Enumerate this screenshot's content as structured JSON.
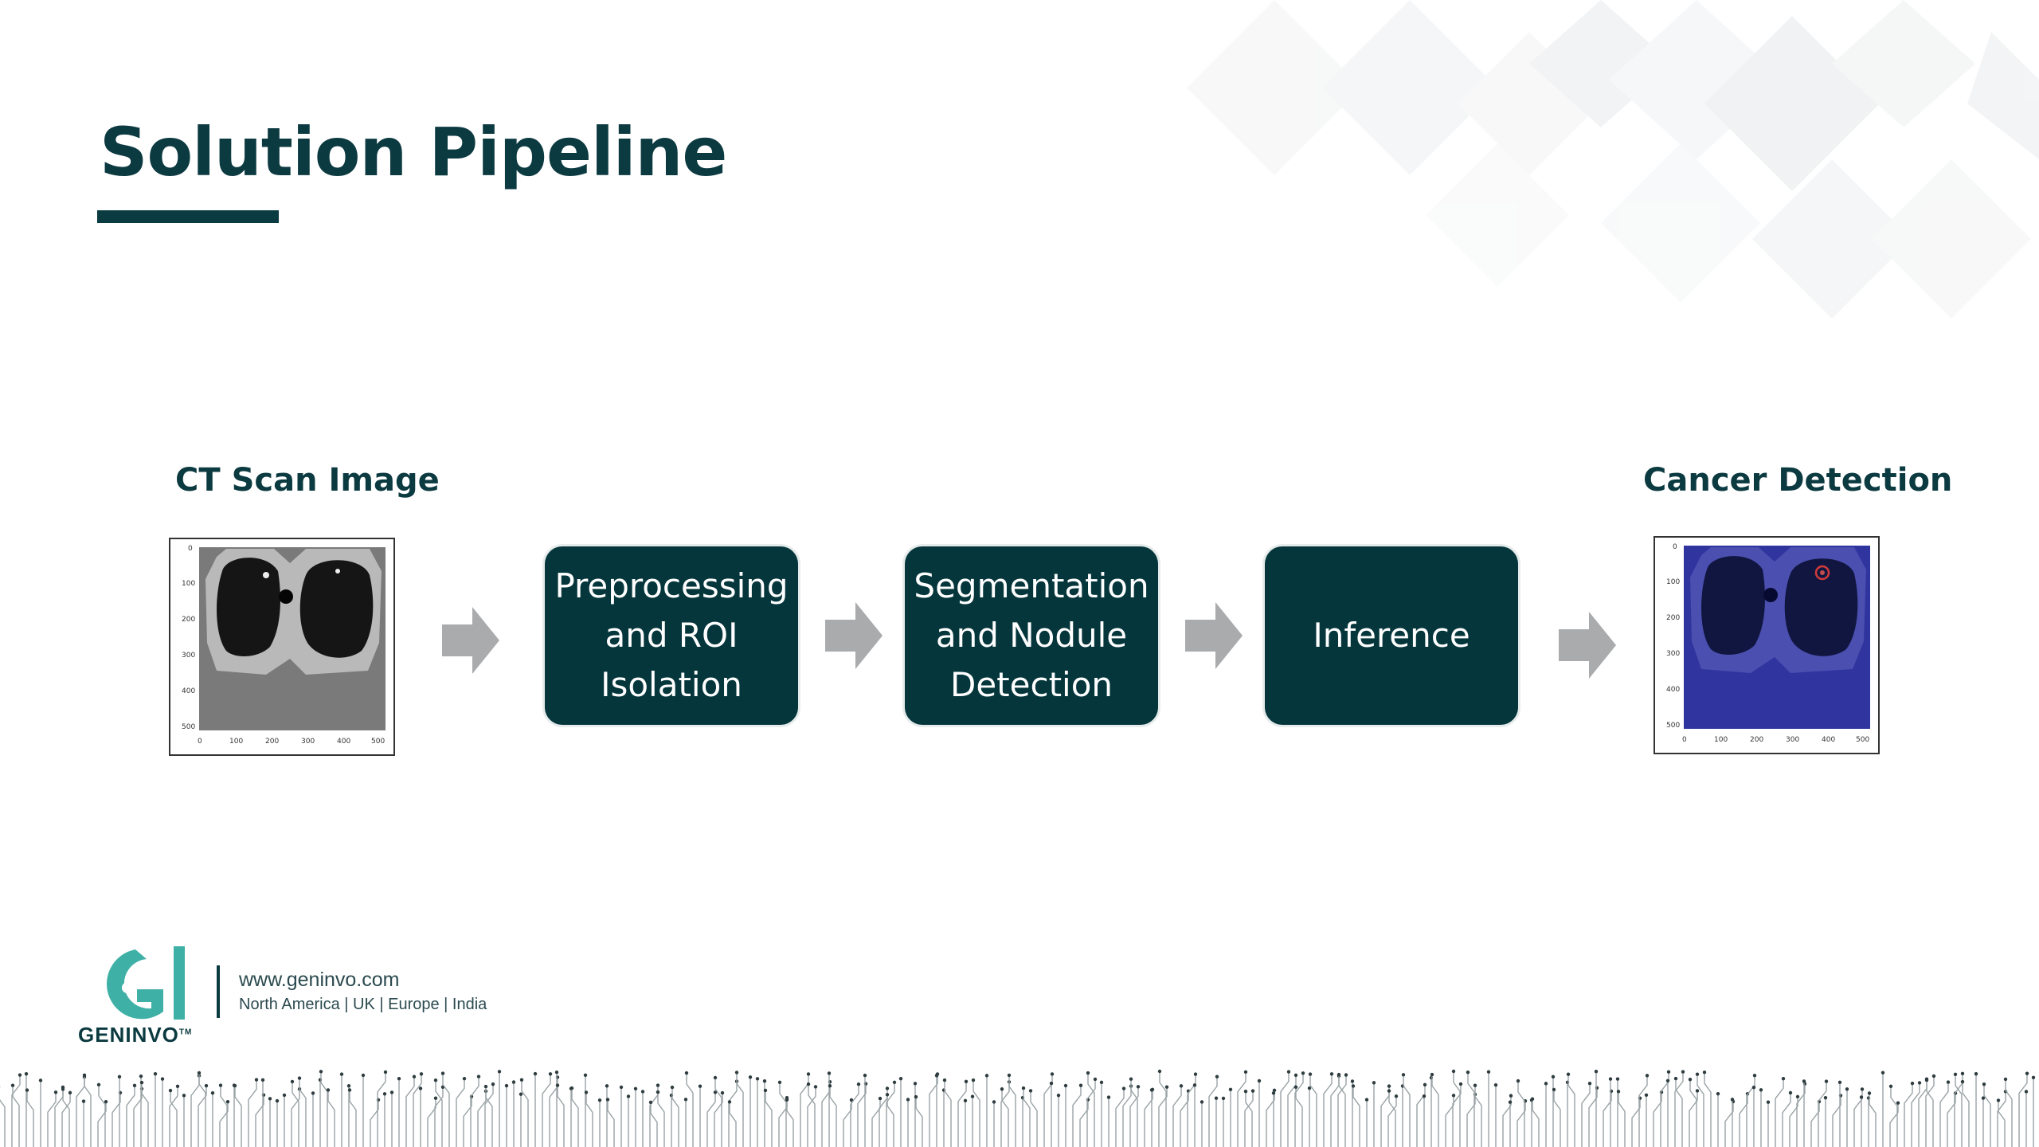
{
  "slide": {
    "title": "Solution Pipeline"
  },
  "pipeline": {
    "input_label": "CT Scan Image",
    "output_label": "Cancer Detection",
    "steps": [
      {
        "lines": [
          "Preprocessing",
          "and ROI",
          "Isolation"
        ]
      },
      {
        "lines": [
          "Segmentation",
          "and Nodule",
          "Detection"
        ]
      },
      {
        "lines": [
          "Inference"
        ]
      }
    ],
    "input_axis_ticks": {
      "x": [
        "0",
        "100",
        "200",
        "300",
        "400",
        "500"
      ],
      "y": [
        "0",
        "100",
        "200",
        "300",
        "400",
        "500"
      ]
    },
    "output_axis_ticks": {
      "x": [
        "0",
        "100",
        "200",
        "300",
        "400",
        "500"
      ],
      "y": [
        "0",
        "100",
        "200",
        "300",
        "400",
        "500"
      ]
    }
  },
  "footer": {
    "brand": "GENINVO",
    "trademark": "TM",
    "website": "www.geninvo.com",
    "regions": "North America | UK | Europe | India"
  },
  "colors": {
    "primary": "#05363c",
    "title": "#0c3a41",
    "arrow": "#a9abad",
    "logo_teal": "#3fb0a6",
    "overlay_blue": "#2b2f9b"
  },
  "icons": {
    "arrow": "right-arrow-icon",
    "logo": "geninvo-logo-icon",
    "detection_marker": "red-circle-marker"
  }
}
